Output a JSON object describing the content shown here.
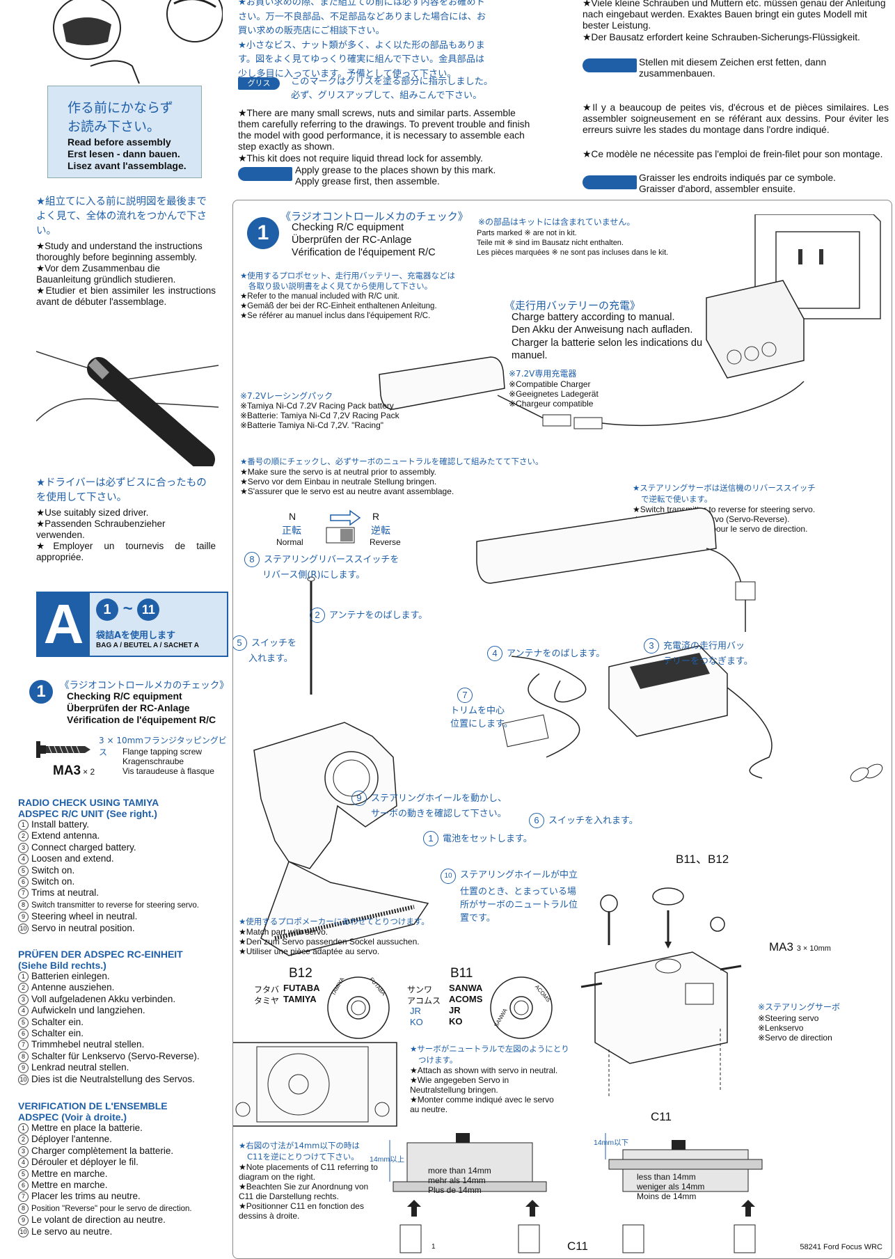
{
  "header": {
    "read_before_jp1": "作る前にかならず",
    "read_before_jp2": "お読み下さい。",
    "read_before_en": "Read before assembly",
    "read_before_de": "Erst lesen - dann bauen.",
    "read_before_fr": "Lisez avant l'assemblage."
  },
  "top_center": {
    "jp_line1": "★お買い求めの際、また組立ての前には必ず内容をお確めト",
    "jp_line2": "さい。万一不良部品、不足部品などありました場合には、お",
    "jp_line3": "買い求めの販売店にご相談下さい。",
    "jp_line4": "★小さなビス、ナット類が多く、よく以た形の部品もありま",
    "jp_line5": "す。図をよく見てゆっくり確実に組んで下さい。金具部品は",
    "jp_line6": "少し多目に入っています。予備として使って下さい。",
    "grease_label": "グリス",
    "grease_jp1": "このマークはグリスを塗る部分に指示しました。",
    "grease_jp2": "必ず、グリスアップして、組みこんで下さい。",
    "en_para1": "★There are many small screws, nuts and similar parts. Assemble them carefully referring to the drawings. To prevent trouble and finish the model with good performance, it is necessary to assemble each step exactly as shown.",
    "en_para2": "★This kit does not require liquid thread lock for assembly.",
    "en_grease1": "Apply grease to the places shown by this mark.",
    "en_grease2": "Apply grease first, then assemble."
  },
  "top_right": {
    "de_para1": "★Viele kleine Schrauben und Muttern etc. müssen genau der Anleitung nach eingebaut werden. Exaktes Bauen bringt ein gutes Modell mit bester Leistung.",
    "de_para2": "★Der Bausatz erfordert keine Schrauben-Sicherungs-Flüssigkeit.",
    "de_grease": "Stellen mit diesem Zeichen erst fetten, dann zusammenbauen.",
    "fr_para1": "★Il y a beaucoup de peites vis, d'écrous et de pièces similaires. Les assembler soigneusement en se référant aux dessins. Pour éviter les erreurs suivre les stades du montage dans l'ordre indiqué.",
    "fr_para2": "★Ce modèle ne nécessite pas l'emploi de frein-filet pour son montage.",
    "fr_grease1": "Graisser les endroits indiqués par ce symbole.",
    "fr_grease2": "Graisser d'abord, assembler ensuite."
  },
  "left": {
    "study_jp": "★組立てに入る前に説明図を最後までよく見て、全体の流れをつかんで下さい。",
    "study_en": "★Study and understand the instructions thoroughly before beginning assembly.",
    "study_de": "★Vor dem Zusammenbau die Bauanleitung gründlich studieren.",
    "study_fr": "★Etudier et bien assimiler les instructions avant de débuter l'assemblage.",
    "driver_jp": "★ドライバーは必ずビスに合ったものを使用して下さい。",
    "driver_en": "★Use suitably sized driver.",
    "driver_de": "★Passenden Schraubenzieher verwenden.",
    "driver_fr": "★Employer un tournevis de taille appropriée.",
    "bag_letter": "A",
    "bag_range_from": "1",
    "bag_range_sep": "~",
    "bag_range_to": "11",
    "bag_jp": "袋詰Aを使用します",
    "bag_en": "BAG A / BEUTEL A / SACHET A",
    "step_num": "1",
    "step_jp": "《ラジオコントロールメカのチェック》",
    "step_en": "Checking R/C equipment",
    "step_de": "Überprüfen der RC-Anlage",
    "step_fr": "Vérification de l'équipement R/C",
    "screw_size_jp": "3 × 10mmフランジタッピングビス",
    "screw_en": "Flange tapping screw",
    "screw_de": "Kragenschraube",
    "screw_fr": "Vis taraudeuse à flasque",
    "screw_code": "MA3",
    "screw_qty": "× 2"
  },
  "radio_check": {
    "title_en": "RADIO CHECK USING TAMIYA ADSPEC R/C UNIT (See right.)",
    "steps_en": [
      "Install battery.",
      "Extend antenna.",
      "Connect charged battery.",
      "Loosen and extend.",
      "Switch on.",
      "Switch on.",
      "Trims at neutral.",
      "Switch transmitter to reverse for steering servo.",
      "Steering wheel in neutral.",
      "Servo in neutral position."
    ],
    "title_de": "PRÜFEN DER ADSPEC RC-EINHEIT (Siehe Bild rechts.)",
    "steps_de": [
      "Batterien einlegen.",
      "Antenne ausziehen.",
      "Voll aufgeladenen Akku verbinden.",
      "Aufwickeln und langziehen.",
      "Schalter ein.",
      "Schalter ein.",
      "Trimmhebel neutral stellen.",
      "Schalter für Lenkservo (Servo-Reverse).",
      "Lenkrad neutral stellen.",
      "Dies ist die Neutralstellung des Servos."
    ],
    "title_fr": "VERIFICATION DE L'ENSEMBLE ADSPEC (Voir à droite.)",
    "steps_fr": [
      "Mettre en place la batterie.",
      "Déployer l'antenne.",
      "Charger complètement la batterie.",
      "Dérouler et déployer le fil.",
      "Mettre en marche.",
      "Mettre en marche.",
      "Placer les trims au neutre.",
      "Position \"Reverse\" pour le servo de direction.",
      "Le volant de direction au neutre.",
      "Le servo au neutre."
    ]
  },
  "panel": {
    "step_num": "1",
    "title_jp": "《ラジオコントロールメカのチェック》",
    "title_en": "Checking R/C equipment",
    "title_de": "Überprüfen der RC-Anlage",
    "title_fr": "Vérification de l'équipement R/C",
    "not_incl_jp": "※の部品はキットには含まれていません。",
    "not_incl_en": "Parts marked ※ are not in kit.",
    "not_incl_de": "Teile mit ※ sind im Bausatz nicht enthalten.",
    "not_incl_fr": "Les pièces marquées ※ ne sont pas incluses dans le kit.",
    "manual_jp1": "★使用するプロポセット、走行用バッテリー、充電器などは",
    "manual_jp2": "各取り扱い説明書をよく見てから使用して下さい。",
    "manual_en": "★Refer to the manual included with R/C unit.",
    "manual_de": "★Gemäß der bei der RC-Einheit enthaltenen Anleitung.",
    "manual_fr": "★Se référer au manuel inclus dans l'équipement R/C.",
    "charge_jp": "《走行用バッテリーの充電》",
    "charge_en": "Charge battery according to manual.",
    "charge_de": "Den Akku der Anweisung nach aufladen.",
    "charge_fr": "Charger la batterie selon les indications du manuel.",
    "charger_jp": "※7.2V専用充電器",
    "charger_en": "※Compatible Charger",
    "charger_de": "※Geeignetes Ladegerät",
    "charger_fr": "※Chargeur compatible",
    "pack_jp": "※7.2Vレーシングパック",
    "pack_en": "※Tamiya Ni-Cd 7.2V Racing Pack battery",
    "pack_de": "※Batterie: Tamiya Ni-Cd 7,2V Racing Pack",
    "pack_fr": "※Batterie Tamiya Ni-Cd 7,2V. \"Racing\"",
    "neutral_jp": "★番号の順にチェックし、必ずサーボのニュートラルを確認して組みたてて下さい。",
    "neutral_en": "★Make sure the servo is at neutral prior to assembly.",
    "neutral_de": "★Servo vor dem Einbau in neutrale Stellung bringen.",
    "neutral_fr": "★S'assurer que le servo est au neutre avant assemblage.",
    "switch_n": "N",
    "switch_n_jp": "正転",
    "switch_n_en": "Normal",
    "switch_r": "R",
    "switch_r_jp": "逆転",
    "switch_r_en": "Reverse",
    "reverse_jp1": "★ステアリングサーボは送信機のリバーススイッチ",
    "reverse_jp2": "で逆転で使います。",
    "reverse_en": "★Switch transmitter to reverse for steering servo.",
    "reverse_de": "★Schalter für Lenkservo (Servo-Reverse).",
    "reverse_fr": "★Position \"Reverse\" pour le servo de direction.",
    "c8_num": "8",
    "c8_jp1": "ステアリングリバーススイッチを",
    "c8_jp2": "リバース側(R)にします。",
    "c2_num": "2",
    "c2_jp": "アンテナをのばします。",
    "c5_num": "5",
    "c5_jp1": "スイッチを",
    "c5_jp2": "入れます。",
    "c4_num": "4",
    "c4_jp": "アンテナをのばします。",
    "c3_num": "3",
    "c3_jp1": "充電済の走行用バッ",
    "c3_jp2": "テリーをつなぎます。",
    "c7_num": "7",
    "c7_jp1": "トリムを中心",
    "c7_jp2": "位置にします。",
    "c9_num": "9",
    "c9_jp1": "ステアリングホイールを動かし、",
    "c9_jp2": "サーボの動きを確認して下さい。",
    "c6_num": "6",
    "c6_jp": "スイッチを入れます。",
    "c1_num": "1",
    "c1_jp": "電池をセットします。",
    "c10_num": "10",
    "c10_jp1": "ステアリングホイールが中立",
    "c10_jp2": "仕置のとき、とまっている場",
    "c10_jp3": "所がサーボのニュートラル位",
    "c10_jp4": "置です。",
    "part_b11_b12": "B11、B12",
    "part_ma3": "MA3",
    "part_ma3_size": "3 × 10mm",
    "match_jp": "★使用するプロポメーカーにあわせてとりつけます。",
    "match_en": "★Match part with servo.",
    "match_de": "★Den zum Servo passenden Sockel aussuchen.",
    "match_fr": "★Utiliser une pièce adaptée au servo.",
    "b12": "B12",
    "b12_jp1": "フタバ",
    "b12_brand1": "FUTABA",
    "b12_jp2": "タミヤ",
    "b12_brand2": "TAMIYA",
    "b12_ring1": "TAMIYA",
    "b12_ring2": "FUTABA",
    "b11": "B11",
    "b11_jp1": "サンワ",
    "b11_brand1": "SANWA",
    "b11_jp2": "アコムス",
    "b11_brand2": "ACOMS",
    "b11_brand3": "JR",
    "b11_brand3b": "JR",
    "b11_brand4": "KO",
    "b11_brand4b": "KO",
    "b11_ring1": "SANWA",
    "b11_ring2": "ACOMS",
    "servo_jp": "※ステアリングサーボ",
    "servo_en": "※Steering servo",
    "servo_de": "※Lenkservo",
    "servo_fr": "※Servo de direction",
    "attach_jp1": "★サーボがニュートラルで左図のようにとり",
    "attach_jp2": "つけます。",
    "attach_en": "★Attach as shown with servo in neutral.",
    "attach_de": "★Wie angegeben Servo in Neutralstellung bringen.",
    "attach_fr": "★Monter comme indiqué avec le servo au neutre.",
    "c11": "C11",
    "c11_note_jp1": "★右図の寸法が14mm以下の時は",
    "c11_note_jp2": "C11を逆にとりつけて下さい。",
    "c11_note_en": "★Note placements of C11 referring to diagram on the right.",
    "c11_note_de": "★Beachten Sie zur Anordnung von C11 die Darstellung rechts.",
    "c11_note_fr": "★Positionner C11 en fonction des dessins à droite.",
    "dim_more_jp": "14mm以上",
    "dim_more_en": "more than 14mm",
    "dim_more_de": "mehr als 14mm",
    "dim_more_fr": "Plus de 14mm",
    "dim_less_jp": "14mm以下",
    "dim_less_en": "less than 14mm",
    "dim_less_de": "weniger als 14mm",
    "dim_less_fr": "Moins de 14mm",
    "c11_bottom": "C11"
  },
  "footer": {
    "page_mark": "1",
    "code": "58241 Ford Focus WRC"
  },
  "colors": {
    "accent": "#1f5fa8",
    "light_blue": "#d6e6f5"
  }
}
